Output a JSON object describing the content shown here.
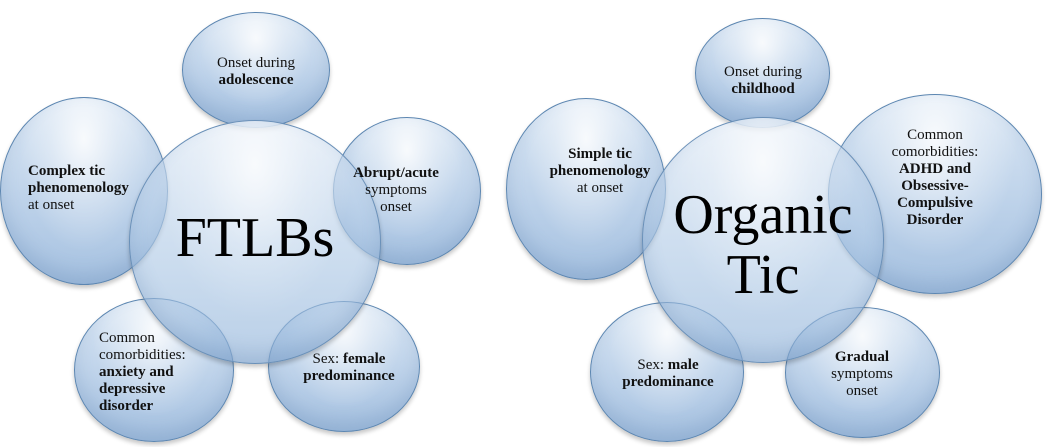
{
  "left_cluster": {
    "center": "FTLBs",
    "onset_age": {
      "plain": "Onset during",
      "bold": "adolescence"
    },
    "phenomenology": {
      "bold1": "Complex tic",
      "bold2": "phenomenology",
      "plain": "at onset"
    },
    "onset_type": {
      "bold": "Abrupt/acute",
      "plain1": "symptoms",
      "plain2": "onset"
    },
    "sex": {
      "plain": "Sex:",
      "bold1": "female",
      "bold2": "predominance"
    },
    "comorbidities": {
      "plain1": "Common",
      "plain2": "comorbidities:",
      "bold1": "anxiety and",
      "bold2": "depressive",
      "bold3": "disorder"
    }
  },
  "right_cluster": {
    "center_line1": "Organic",
    "center_line2": "Tic",
    "onset_age": {
      "plain": "Onset during",
      "bold": "childhood"
    },
    "phenomenology": {
      "bold1": "Simple tic",
      "bold2": "phenomenology",
      "plain": "at onset"
    },
    "comorbidities": {
      "plain1": "Common",
      "plain2": "comorbidities:",
      "bold1": "ADHD and",
      "bold2": "Obsessive-",
      "bold3": "Compulsive",
      "bold4": "Disorder"
    },
    "sex": {
      "plain": "Sex:",
      "bold1": "male",
      "bold2": "predominance"
    },
    "onset_type": {
      "bold": "Gradual",
      "plain1": "symptoms",
      "plain2": "onset"
    }
  }
}
